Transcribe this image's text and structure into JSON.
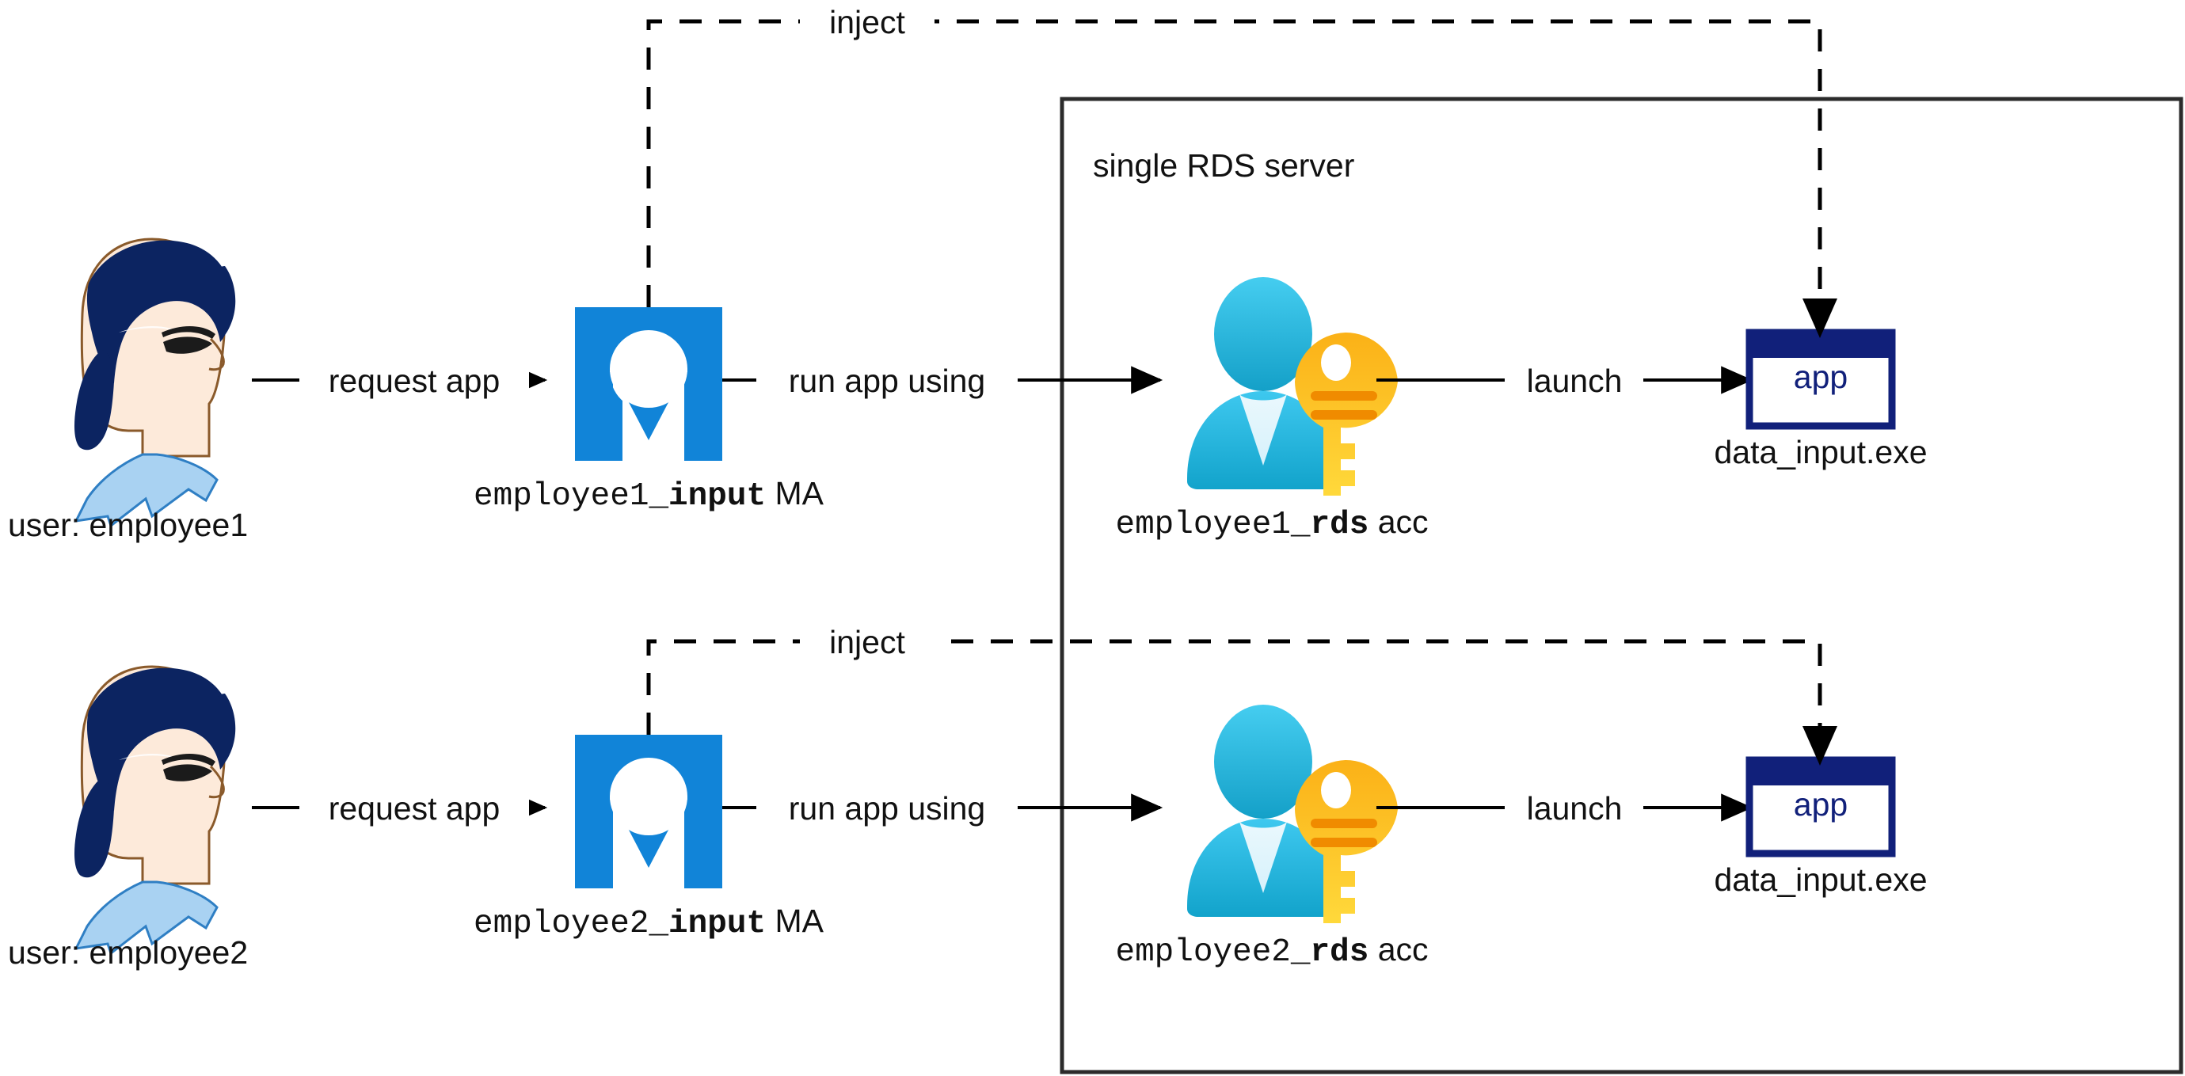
{
  "diagram": {
    "title": "RDS multi-user app injection diagram",
    "group": {
      "label": "single RDS server"
    },
    "colors": {
      "ma_blue": "#1184d8",
      "app_navy": "#11207a",
      "avatar_hair": "#0c2461",
      "avatar_skin": "#fdeada",
      "avatar_collar": "#a9d2f2",
      "rds_head": "#32c2e8",
      "rds_body": "#29b6dd",
      "key_gold": "#f5a623",
      "line": "#000000",
      "box_border": "#2b2b2b"
    },
    "rows": [
      {
        "user_label": "user: employee1",
        "edge_request": "request app",
        "ma_name": "employee1",
        "ma_suffix": "_input",
        "ma_kind": " MA",
        "edge_run": "run app using",
        "acc_name": "employee1",
        "acc_suffix": "_rds",
        "acc_kind": " acc",
        "edge_launch": "launch",
        "app_word": "app",
        "app_label": "data_input.exe",
        "inject_label": "inject"
      },
      {
        "user_label": "user: employee2",
        "edge_request": "request app",
        "ma_name": "employee2",
        "ma_suffix": "_input",
        "ma_kind": " MA",
        "edge_run": "run app using",
        "acc_name": "employee2",
        "acc_suffix": "_rds",
        "acc_kind": " acc",
        "edge_launch": "launch",
        "app_word": "app",
        "app_label": "data_input.exe",
        "inject_label": "inject"
      }
    ],
    "icons": {
      "user_profile": "user-head-profile-icon",
      "managed_app": "managed-app-icon",
      "rds_account": "user-with-key-icon",
      "app_window": "app-window-icon",
      "arrowhead": "arrow-head-icon"
    }
  }
}
